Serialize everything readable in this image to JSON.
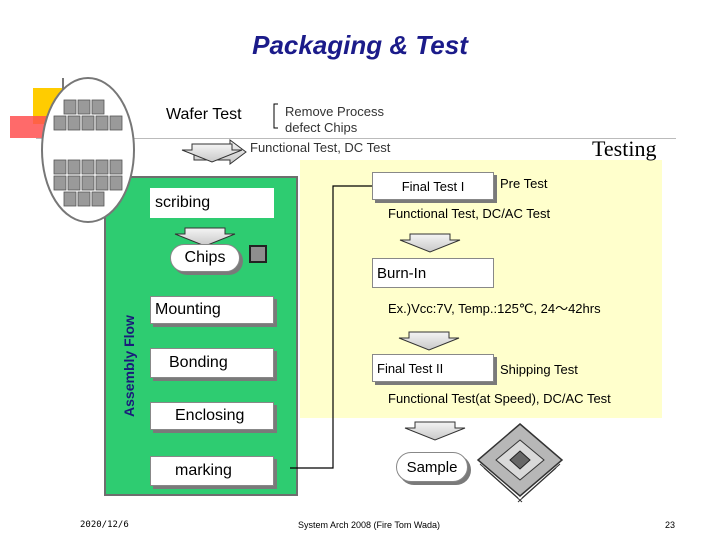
{
  "title": "Packaging & Test",
  "wafer_label": "Wafer",
  "wafer_test_label": "Wafer Test",
  "remove_process_text": "Remove Process\ndefect Chips",
  "wafer_functional_text": "Functional Test,  DC Test",
  "testing_label": "Testing",
  "assembly_flow_label": "Assembly Flow",
  "scribing_label": "scribing",
  "chips_label": "Chips",
  "mounting_label": "Mounting",
  "bonding_label": "Bonding",
  "enclosing_label": "Enclosing",
  "marking_label": "marking",
  "final_test_1_label": "Final Test I",
  "pre_test_label": "Pre Test",
  "final_test_1_functional": "Functional Test,  DC/AC Test",
  "burn_in_label": "Burn-In",
  "burn_in_conditions": "Ex.)Vcc:7V,  Temp.:125℃, 24～42hrs",
  "final_test_2_label": "Final Test II",
  "shipping_test_label": "Shipping Test",
  "final_test_2_functional": "Functional Test(at Speed),  DC/AC Test",
  "sample_label": "Sample",
  "footer": {
    "date": "2020/12/6",
    "center": "System Arch 2008 (Fire Tom Wada)",
    "page": "23"
  },
  "colors": {
    "title": "#1b1b8a",
    "assembly_panel": "#2ecc71",
    "testing_panel": "#ffffcc",
    "accent_yellow": "#ffcc00",
    "accent_red": "#ff5050"
  }
}
